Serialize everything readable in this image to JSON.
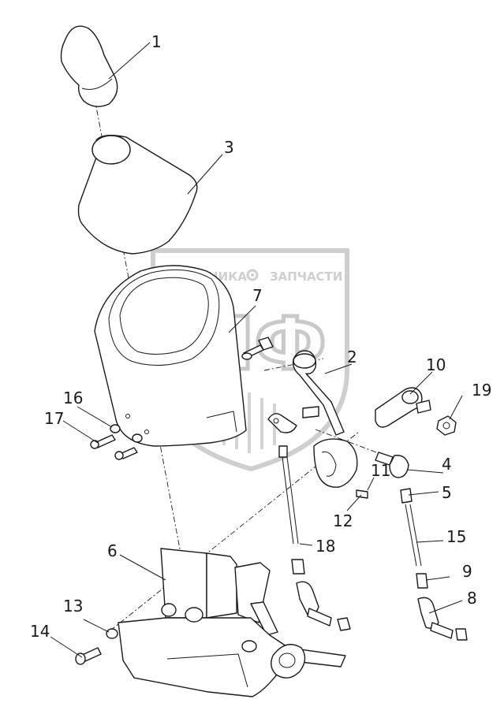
{
  "watermark": {
    "text_left": "ТЕХНИКА",
    "text_right": "ЗАПЧАСТИ",
    "monogram": "ЭПФ"
  },
  "callouts": [
    "1",
    "2",
    "3",
    "4",
    "5",
    "6",
    "7",
    "8",
    "9",
    "10",
    "11",
    "12",
    "13",
    "14",
    "15",
    "16",
    "17",
    "18",
    "19"
  ]
}
